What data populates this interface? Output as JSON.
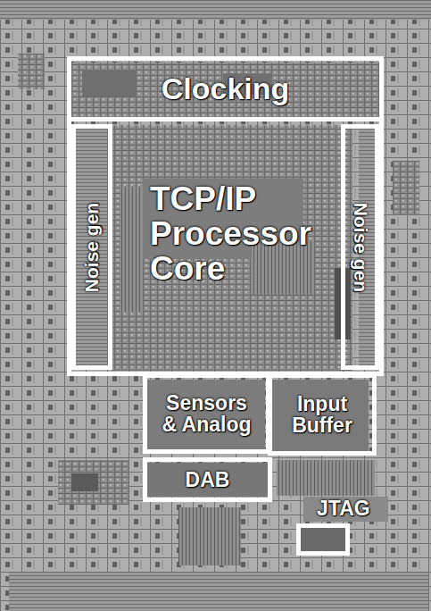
{
  "diagram": {
    "nodes": [
      {
        "text": [
          "Clocking"
        ]
      },
      {
        "text": [
          "TCP/IP Processor Core"
        ]
      },
      {
        "text": [
          "Noise gen"
        ],
        "in": 1
      },
      {
        "text": [
          "Noise gen"
        ],
        "in": 1
      },
      {
        "text": [
          "Sensors & Analog"
        ]
      },
      {
        "text": [
          "Input Buffer"
        ]
      },
      {
        "text": [
          "DAB"
        ]
      },
      {
        "text": [
          "JTAG"
        ]
      }
    ]
  }
}
